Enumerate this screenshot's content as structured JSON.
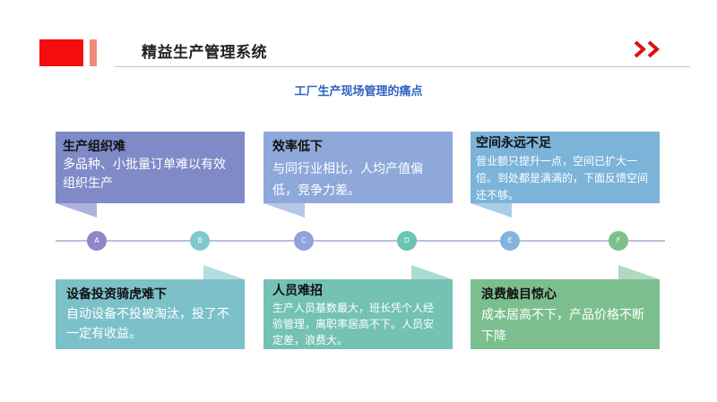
{
  "header": {
    "title": "精益生产管理系统",
    "chevron_icon": "double-chevron-right-icon"
  },
  "subtitle": "工厂生产现场管理的痛点",
  "cards_top": [
    {
      "title": "生产组织难",
      "body": "多品种、小批量订单难以有效组织生产",
      "color": "#7f8ac7"
    },
    {
      "title": "效率低下",
      "body": "与同行业相比，人均产值偏低，竞争力差。",
      "color": "#8ea8da"
    },
    {
      "title": "空间永远不足",
      "body": "营业额只提升一点，空间已扩大一倍。到处都是满满的，下面反馈空间还不够。",
      "color": "#7bb3d9"
    }
  ],
  "cards_bottom": [
    {
      "title": "设备投资骑虎难下",
      "body": "自动设备不投被淘汰，投了不一定有收益。",
      "color": "#7cc1c9"
    },
    {
      "title": "人员难招",
      "body": "生产人员基数最大，班长凭个人经验管理，离职率居高不下。人员安定差，浪费大。",
      "color": "#74c2b4"
    },
    {
      "title": "浪费触目惊心",
      "body": "成本居高不下，产品价格不断下降",
      "color": "#7cbf8f"
    }
  ],
  "nodes": [
    {
      "label": "A",
      "color": "#8b87c9"
    },
    {
      "label": "B",
      "color": "#7fc9cf"
    },
    {
      "label": "C",
      "color": "#8fa3dc"
    },
    {
      "label": "D",
      "color": "#6ac4ae"
    },
    {
      "label": "E",
      "color": "#83b3dd"
    },
    {
      "label": "F",
      "color": "#7cc18a"
    }
  ]
}
